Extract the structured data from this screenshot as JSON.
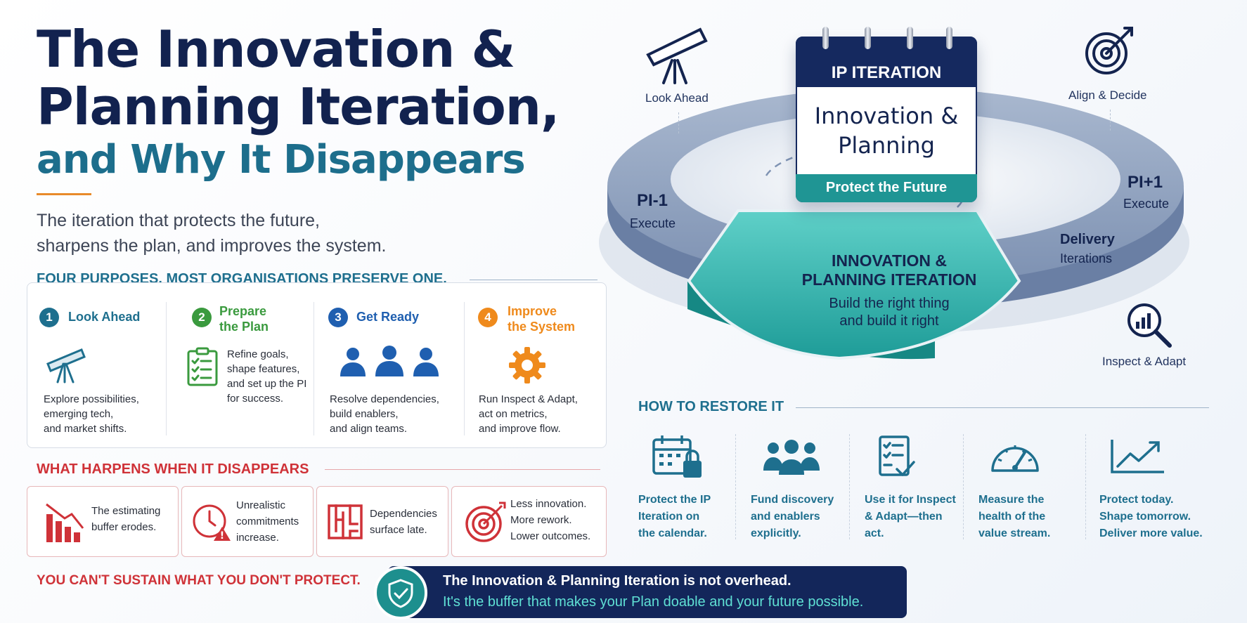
{
  "title": {
    "line1": "The Innovation &",
    "line2": "Planning Iteration,",
    "line3": "and Why It Disappears"
  },
  "subtitle": {
    "line1": "The iteration that protects the future,",
    "line2": "sharpens the plan, and improves the system."
  },
  "purposes": {
    "heading": "FOUR PURPOSES. MOST ORGANISATIONS PRESERVE ONE.",
    "items": [
      {
        "num": "1",
        "title": "Look Ahead",
        "title2": "",
        "text": [
          "Explore possibilities,",
          "emerging tech,",
          "and market shifts."
        ],
        "icon": "telescope-icon",
        "color": "#1e6f8e"
      },
      {
        "num": "2",
        "title": "Prepare",
        "title2": "the Plan",
        "text": [
          "Refine goals,",
          "shape features,",
          "and set up the PI",
          "for success."
        ],
        "icon": "checklist-icon",
        "color": "#3a9a3e"
      },
      {
        "num": "3",
        "title": "Get Ready",
        "title2": "",
        "text": [
          "Resolve dependencies,",
          "build enablers,",
          "and align teams."
        ],
        "icon": "team-icon",
        "color": "#1f5fb0"
      },
      {
        "num": "4",
        "title": "Improve",
        "title2": "the System",
        "text": [
          "Run Inspect & Adapt,",
          "act on metrics,",
          "and improve flow."
        ],
        "icon": "gear-icon",
        "color": "#ef8a1c"
      }
    ]
  },
  "disappears": {
    "heading": "WHAT HARPENS WHEN IT DISAPPEARS",
    "items": [
      {
        "text": [
          "The estimating",
          "buffer erodes."
        ],
        "icon": "declining-chart-icon"
      },
      {
        "text": [
          "Unrealistic",
          "commitments",
          "increase."
        ],
        "icon": "clock-warning-icon"
      },
      {
        "text": [
          "Dependencies",
          "surface late."
        ],
        "icon": "maze-icon"
      },
      {
        "text": [
          "Less innovation.",
          "More rework.",
          "Lower outcomes."
        ],
        "icon": "target-icon"
      }
    ]
  },
  "tagline": "YOU CAN'T SUSTAIN WHAT YOU DON'T PROTECT.",
  "banner": {
    "line1": "The Innovation & Planning Iteration is not overhead.",
    "line2": "It's the buffer that makes your Plan doable and your future possible."
  },
  "ring": {
    "look_ahead": "Look Ahead",
    "align_decide": "Align & Decide",
    "inspect_adapt": "Inspect & Adapt",
    "pi_minus": "PI-1",
    "pi_minus_sub": "Execute",
    "pi_plus": "PI+1",
    "pi_plus_sub": "Execute",
    "delivery": "Delivery",
    "delivery_sub": "Iterations",
    "segment_title1": "INNOVATION &",
    "segment_title2": "PLANNING ITERATION",
    "segment_sub1": "Build the right thing",
    "segment_sub2": "and build it right"
  },
  "calendar": {
    "header": "IP ITERATION",
    "body1": "Innovation &",
    "body2": "Planning",
    "footer": "Protect the Future"
  },
  "restore": {
    "heading": "HOW TO RESTORE IT",
    "items": [
      {
        "text": [
          "Protect the IP",
          "Iteration on",
          "the calendar."
        ],
        "icon": "calendar-lock-icon"
      },
      {
        "text": [
          "Fund discovery",
          "and enablers",
          "explicitly."
        ],
        "icon": "people-group-icon"
      },
      {
        "text": [
          "Use it for Inspect",
          "& Adapt—then",
          "act."
        ],
        "icon": "checklist-icon"
      },
      {
        "text": [
          "Measure the",
          "health of the",
          "value stream."
        ],
        "icon": "gauge-icon"
      },
      {
        "text": [
          "Protect today.",
          "Shape tomorrow.",
          "Deliver more value."
        ],
        "icon": "trend-up-icon"
      }
    ]
  },
  "colors": {
    "navy": "#12224f",
    "teal": "#1f9594",
    "red": "#cf3238",
    "orange": "#e88a2a",
    "blue_text": "#1e6f8e"
  }
}
